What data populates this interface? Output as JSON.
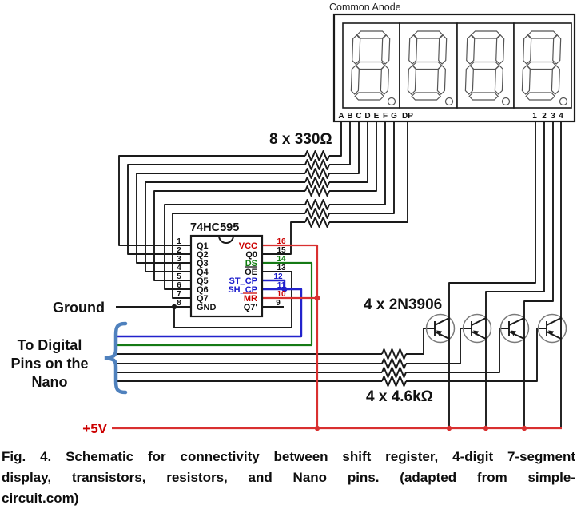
{
  "figure": {
    "display": {
      "title": "Common Anode",
      "segment_pins": [
        "A",
        "B",
        "C",
        "D",
        "E",
        "F",
        "G",
        "DP"
      ],
      "digit_pins": [
        "1",
        "2",
        "3",
        "4"
      ]
    },
    "chip": {
      "title": "74HC595",
      "left_pins": [
        {
          "num": "1",
          "name": "Q1"
        },
        {
          "num": "2",
          "name": "Q2"
        },
        {
          "num": "3",
          "name": "Q3"
        },
        {
          "num": "4",
          "name": "Q4"
        },
        {
          "num": "5",
          "name": "Q5"
        },
        {
          "num": "6",
          "name": "Q6"
        },
        {
          "num": "7",
          "name": "Q7"
        },
        {
          "num": "8",
          "name": "GND"
        }
      ],
      "right_pins": [
        {
          "num": "16",
          "name": "VCC",
          "color": "#cc0000"
        },
        {
          "num": "15",
          "name": "Q0",
          "color": "#000000"
        },
        {
          "num": "14",
          "name": "DS",
          "color": "#0f7d0f"
        },
        {
          "num": "13",
          "name": "OE",
          "color": "#000000",
          "overline": true
        },
        {
          "num": "12",
          "name": "ST_CP",
          "color": "#1a1acc"
        },
        {
          "num": "11",
          "name": "SH_CP",
          "color": "#1a1acc"
        },
        {
          "num": "10",
          "name": "MR",
          "color": "#cc0000",
          "overline": true
        },
        {
          "num": "9",
          "name": "Q7'",
          "color": "#000000"
        }
      ]
    },
    "labels": {
      "segment_resistors": "8 x 330Ω",
      "transistors": "4 x 2N3906",
      "base_resistors": "4 x 4.6kΩ",
      "ground": "Ground",
      "nano_line1": "To Digital",
      "nano_line2": "Pins on the",
      "nano_line3": "Nano",
      "supply": "+5V"
    },
    "colors": {
      "wire_black": "#1a1a1a",
      "wire_red": "#d93030",
      "wire_green": "#157a15",
      "wire_blue": "#2222cc",
      "brace_blue": "#4f81bd",
      "label_red": "#cc0000"
    }
  },
  "caption": {
    "line1": "Fig. 4. Schematic for connectivity between shift register, 4-digit 7-segment",
    "line2": "display, transistors, resistors, and Nano pins. (adapted from simple-",
    "line3": "circuit.com)"
  }
}
